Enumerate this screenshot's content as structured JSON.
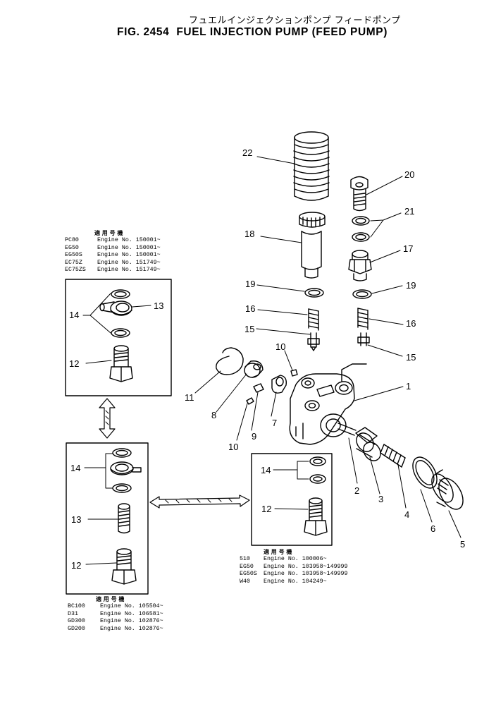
{
  "title_jp": "フュエルインジェクションポンプ フィードポンプ",
  "title": {
    "fig": "FIG. 2454",
    "text": "FUEL INJECTION PUMP (FEED PUMP)"
  },
  "callouts": {
    "c1": "1",
    "c2": "2",
    "c3": "3",
    "c4": "4",
    "c5": "5",
    "c6": "6",
    "c7": "7",
    "c8": "8",
    "c9": "9",
    "c10a": "10",
    "c10b": "10",
    "c11": "11",
    "c15a": "15",
    "c15b": "15",
    "c16a": "16",
    "c16b": "16",
    "c17": "17",
    "c18": "18",
    "c19a": "19",
    "c19b": "19",
    "c20": "20",
    "c21": "21",
    "c22": "22",
    "b1_14": "14",
    "b1_13": "13",
    "b1_12": "12",
    "b2_14": "14",
    "b2_13": "13",
    "b2_12": "12",
    "b3_14": "14",
    "b3_12": "12"
  },
  "tables": {
    "top_left": {
      "header": "適 用 号 機",
      "rows": [
        {
          "model": "PC80",
          "engine": "Engine No. 150001~"
        },
        {
          "model": "EG50",
          "engine": "Engine No. 150001~"
        },
        {
          "model": "EG50S",
          "engine": "Engine No. 150001~"
        },
        {
          "model": "EC75Z",
          "engine": "Engine No. 151749~"
        },
        {
          "model": "EC75ZS",
          "engine": "Engine No. 151749~"
        }
      ]
    },
    "right": {
      "header": "適 用 号 機",
      "rows": [
        {
          "model": "510",
          "engine": "Engine No. 100006~"
        },
        {
          "model": "EG50",
          "engine": "Engine No. 103958~149999"
        },
        {
          "model": "EG50S",
          "engine": "Engine No. 103958~149999"
        },
        {
          "model": "W40",
          "engine": "Engine No. 104249~"
        }
      ]
    },
    "bottom_left": {
      "header": "適 用 号 機",
      "rows": [
        {
          "model": "BC100",
          "engine": "Engine No. 105504~"
        },
        {
          "model": "D31",
          "engine": "Engine No. 106581~"
        },
        {
          "model": "GD300",
          "engine": "Engine No. 102876~"
        },
        {
          "model": "GD200",
          "engine": "Engine No. 102876~"
        }
      ]
    }
  }
}
